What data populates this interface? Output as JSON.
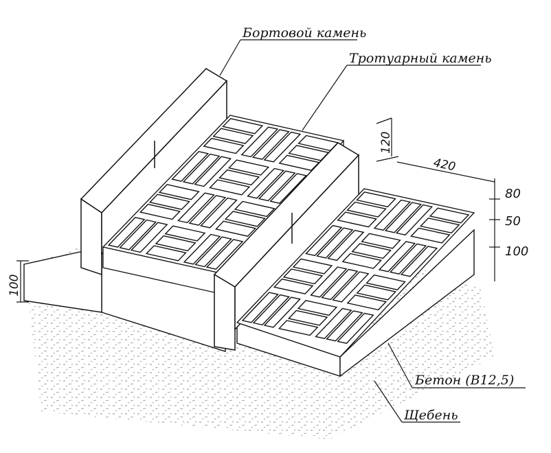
{
  "labels": {
    "curb": "Бортовой камень",
    "paving": "Тротуарный камень",
    "concrete": "Бетон (B12,5)",
    "gravel": "Щебень"
  },
  "dimensions": {
    "curb_height": "120",
    "width": "420",
    "layer_top": "80",
    "layer_mid": "50",
    "layer_bottom": "100",
    "left_depth": "100"
  }
}
